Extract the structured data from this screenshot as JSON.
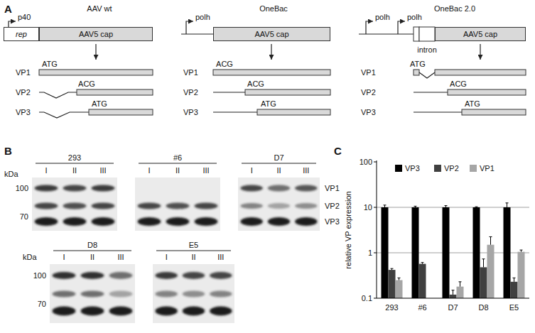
{
  "diagram": {
    "nodes": [
      {
        "text": [
          "rep"
        ]
      },
      {
        "text": [
          "AAV5 cap"
        ]
      },
      {
        "text": [
          "AAV5 cap"
        ]
      },
      {
        "text": [
          "AAV5 cap"
        ]
      }
    ],
    "labels": [
      "A",
      "AAV wt",
      "OneBac",
      "OneBac 2.0",
      "p40",
      "polh",
      "polh",
      "polh",
      "intron",
      "VP1",
      "ATG",
      "VP2",
      "ACG",
      "VP3",
      "ATG",
      "VP1",
      "ACG",
      "VP2",
      "ACG",
      "VP3",
      "ATG",
      "VP1",
      "ATG",
      "VP2",
      "ACG",
      "VP3",
      "ATG",
      "B",
      "kDa",
      "100",
      "70",
      "293",
      "I",
      "II",
      "III",
      "#6",
      "I",
      "II",
      "III",
      "D7",
      "I",
      "II",
      "III",
      "VP1",
      "VP2",
      "VP3",
      "kDa",
      "100",
      "70",
      "D8",
      "I",
      "II",
      "III",
      "E5",
      "I",
      "II",
      "III",
      "C",
      "100",
      "10",
      "1",
      "0.1",
      "relative VP expression",
      "293",
      "#6",
      "D7",
      "D8",
      "E5"
    ],
    "legend": [
      {
        "text": "VP3",
        "color": "#000000"
      },
      {
        "text": "VP2",
        "color": "#404040"
      },
      {
        "text": "VP1",
        "color": "#a6a6a6"
      }
    ]
  }
}
